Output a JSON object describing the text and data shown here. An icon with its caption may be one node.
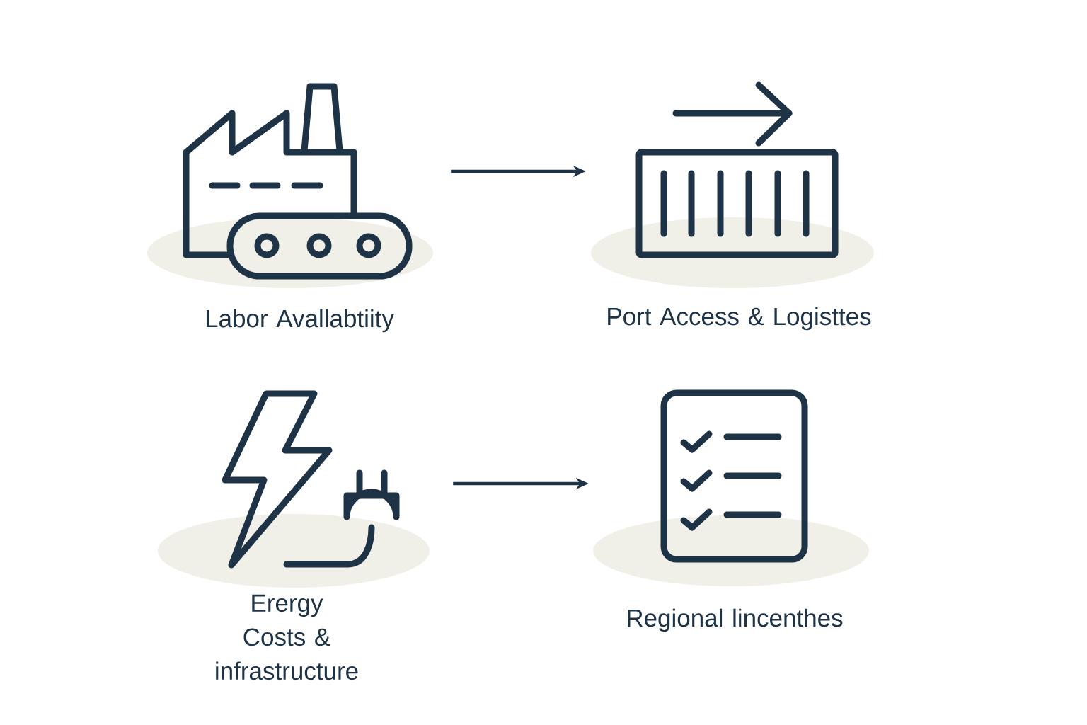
{
  "diagram": {
    "nodes": [
      {
        "text": [
          "Labor Avallabtiity"
        ]
      },
      {
        "text": [
          "Port  Access & Logisttes"
        ]
      },
      {
        "text": [
          "Erergy Costs & infrastructure"
        ]
      },
      {
        "text": [
          "Regional lincenthes"
        ]
      }
    ],
    "edges": [
      {
        "from": 0,
        "to": 1,
        "arrow": "to"
      },
      {
        "from": 2,
        "to": 3,
        "arrow": "to"
      }
    ]
  }
}
